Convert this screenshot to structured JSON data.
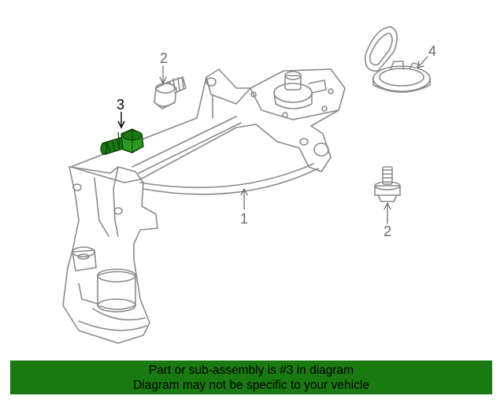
{
  "callouts": {
    "c1": "1",
    "c2a": "2",
    "c2b": "2",
    "c3": "3",
    "c4": "4"
  },
  "banner": {
    "line1": "Part or sub-assembly is #3 in diagram",
    "line2": "Diagram may not be specific to your vehicle"
  },
  "colors": {
    "highlight": "#1a7a12",
    "banner_bg": "#1a7a12",
    "line_art": "#8a8a8a"
  },
  "highlighted_part": "3"
}
